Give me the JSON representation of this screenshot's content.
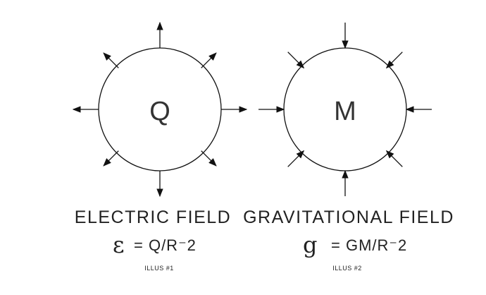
{
  "electric": {
    "charge_label": "Q",
    "title": "ELECTRIC FIELD",
    "symbol": "ε",
    "formula": "= Q/R⁻2",
    "illus": "ILLUS #1"
  },
  "gravitational": {
    "mass_label": "M",
    "title": "GRAVITATIONAL FIELD",
    "symbol": "g",
    "formula": "= GM/R⁻2",
    "illus": "ILLUS #2"
  }
}
